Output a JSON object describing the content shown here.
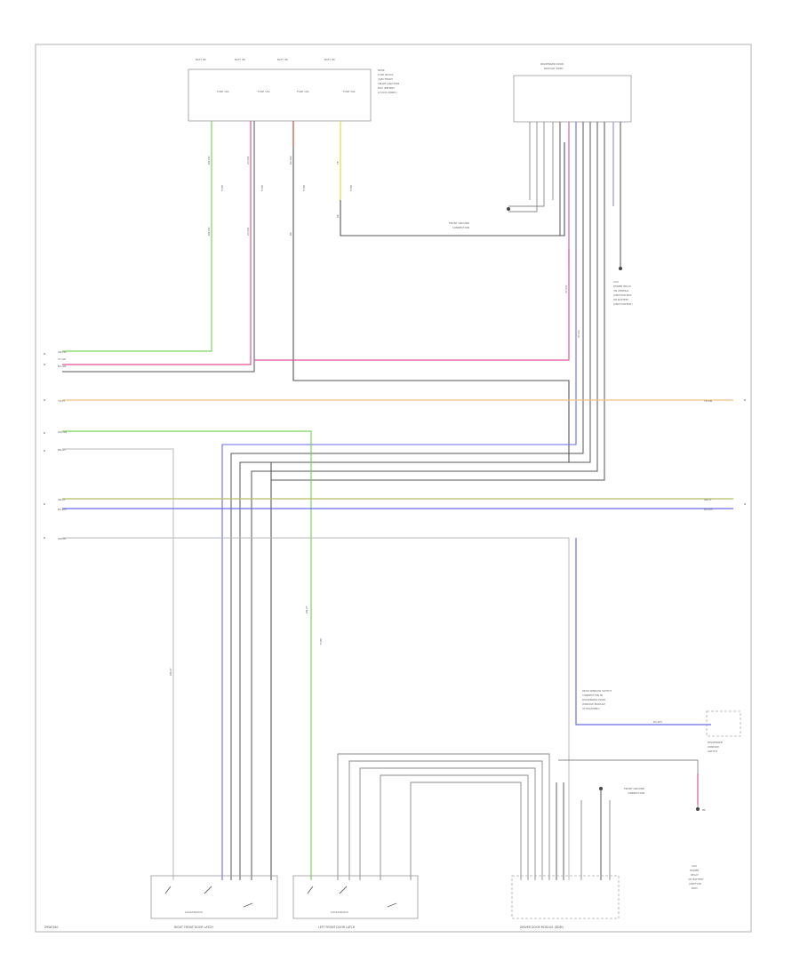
{
  "figure_code": "Z9W0260",
  "top_connector": {
    "header_labels": [
      "BATT (B)",
      "BATT (B)",
      "BATT (B)",
      "BATT (B)"
    ],
    "fuse_labels": [
      "FUSE 10A",
      "FUSE 15A",
      "FUSE 10A",
      "FUSE 10A"
    ],
    "side_text": [
      "REAR",
      "FUSE BLOCK",
      "(SJB) FRONT",
      "SMART JUNCTION",
      "BOX (BEHIND",
      "LH KICK PANEL)"
    ]
  },
  "passenger_door_module": {
    "title": "PASSENGER DOOR",
    "subtitle": "MODULE (PDM)"
  },
  "front_ground_connection": [
    "FRONT GROUND",
    "CONNECTION"
  ],
  "right_side_labels": [
    "AUX",
    "POWER RELAY",
    "(IN CENTRAL",
    "JUNCTION BOX",
    "OR BATTERY",
    "JUNCTION BOX)"
  ],
  "left_bus_labels": [
    "GN-OG",
    "VT-GN",
    "BU-GN",
    "YE-VT",
    "WH-GN",
    "BN-GY",
    "GN-VT",
    "BU-WH",
    "WH-YE"
  ],
  "right_bus_labels": [
    "YE-GN",
    "GN-VT",
    "BU-WH"
  ],
  "wire_codes": {
    "c1": [
      "GN-OG",
      "FUSE",
      "GN-OG"
    ],
    "c2": [
      "VT-GN",
      "FUSE",
      "VT-GN"
    ],
    "c3": [
      "BU-GN",
      "FUSE",
      "BK"
    ],
    "c4": [
      "YE",
      "FUSE",
      "BK"
    ],
    "pdm_side": [
      "VT-GN",
      "VT-OG"
    ],
    "lower": [
      "GN-VT",
      "FUSE",
      "GN-VT"
    ],
    "ground": [
      "BK"
    ]
  },
  "rear_module_labels": [
    "REAR WINDOW SWITCH",
    "CONNECTION IN",
    "PASSENGER DOOR",
    "WINDOW MODULE",
    "(IF EQUIPPED)"
  ],
  "rear_switch_label": "BU-WH",
  "rear_switch_box": [
    "PASSENGER",
    "WINDOW",
    "SWITCH"
  ],
  "bottom_ground": [
    "FRONT GROUND",
    "CONNECTION"
  ],
  "far_right_module": [
    "AUX",
    "POWER",
    "RELAY",
    "(AT BATTERY",
    "JUNCTION",
    "BOX)"
  ],
  "switch_labels": [
    "RIGHT FRONT DOOR LATCH",
    "LEFT FRONT DOOR LATCH",
    "DRIVER DOOR MODULE (DDM)"
  ],
  "bottom_switch_sub": [
    "LOCK/UNLOCK",
    "LOCK/UNLOCK"
  ],
  "colors": {
    "green": "#7ad65a",
    "magenta": "#e0559a",
    "red": "#e05050",
    "yellow": "#d8e045",
    "orange": "#f0c080",
    "blue": "#6a6ae8",
    "purple": "#9a82e0",
    "black": "#555555",
    "gray": "#b8b8b8",
    "olive": "#b8c060"
  }
}
